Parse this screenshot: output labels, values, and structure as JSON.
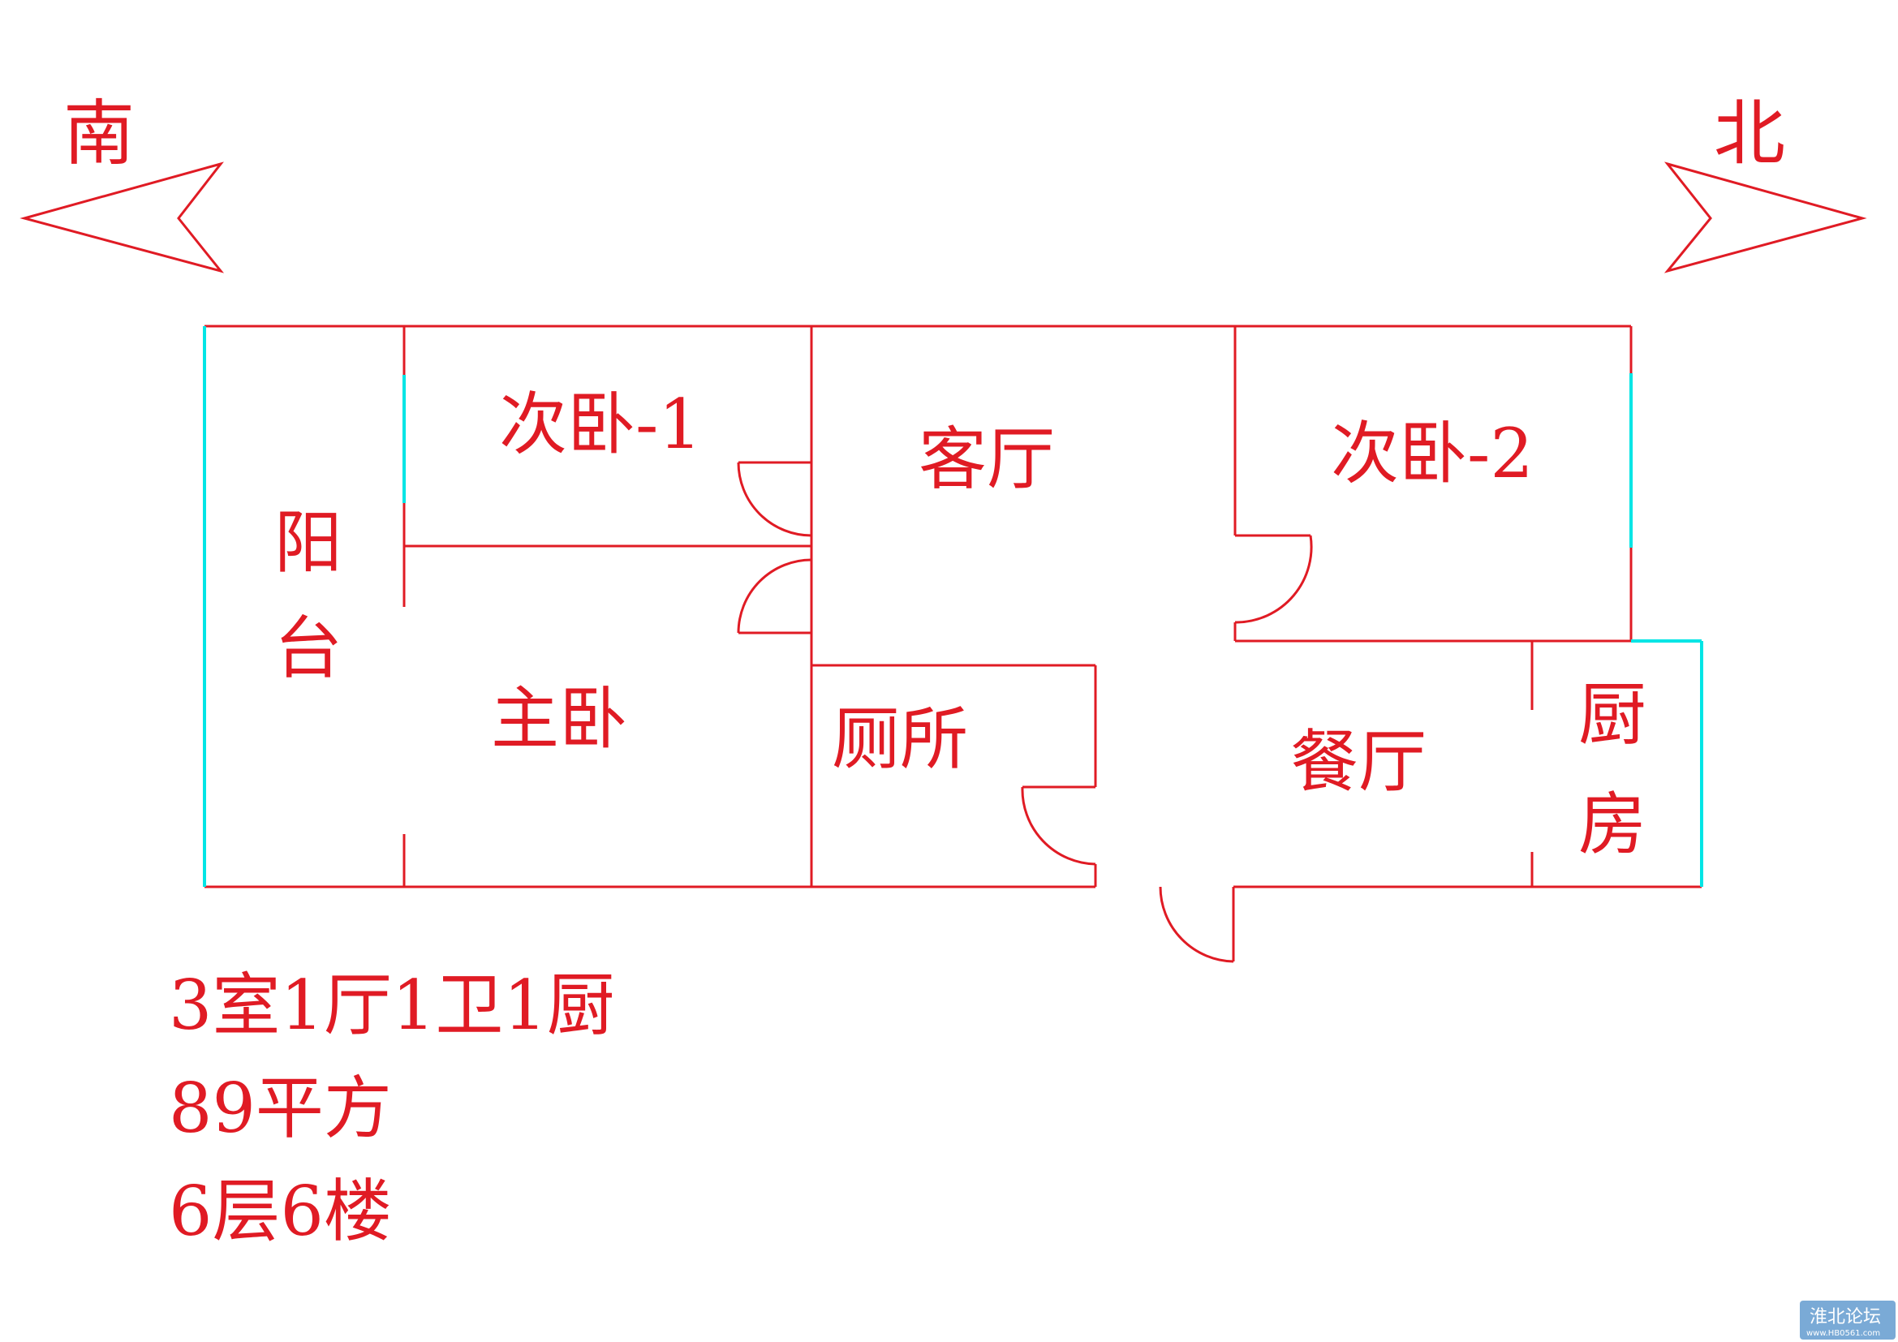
{
  "directions": {
    "south": "南",
    "north": "北"
  },
  "rooms": {
    "balcony_1": "阳",
    "balcony_2": "台",
    "second_bedroom_1": "次卧-1",
    "master_bedroom": "主卧",
    "living_room": "客厅",
    "second_bedroom_2": "次卧-2",
    "toilet": "厕所",
    "dining_room": "餐厅",
    "kitchen_1": "厨",
    "kitchen_2": "房"
  },
  "info": {
    "layout": "3室1厅1卫1厨",
    "area": "89平方",
    "floor": "6层6楼"
  },
  "watermark": {
    "title": "淮北论坛",
    "url": "www.HB0561.com"
  },
  "colors": {
    "wall": "#e01b24",
    "window": "#00e5e5",
    "background": "#ffffff"
  }
}
